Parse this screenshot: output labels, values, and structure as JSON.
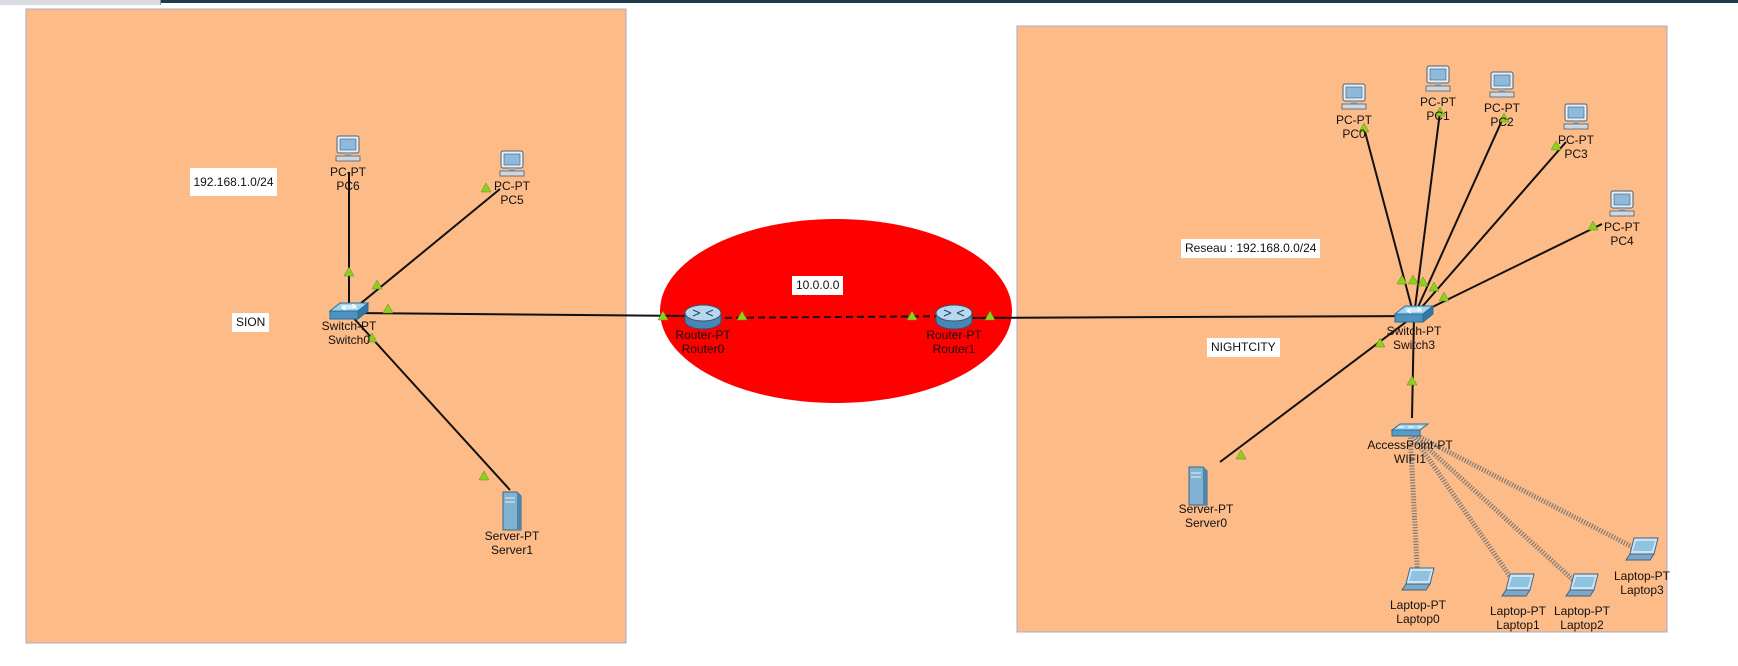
{
  "colors": {
    "area_fill": "#fdbb87",
    "area_border": "#a9a9c9",
    "ellipse_fill": "#ff0000",
    "link": "#111111",
    "port_up": "#8fcf1f",
    "wireless": "#7a7a7a"
  },
  "notes": {
    "sion_network": "192.168.1.0/24",
    "sion_label": "SION",
    "wan_network": "10.0.0.0",
    "nightcity_network": "Reseau : 192.168.0.0/24",
    "nightcity_label": "NIGHTCITY"
  },
  "devices": [
    {
      "id": "pc6",
      "type": "pc",
      "model": "PC-PT",
      "name": "PC6"
    },
    {
      "id": "pc5",
      "type": "pc",
      "model": "PC-PT",
      "name": "PC5"
    },
    {
      "id": "switch0",
      "type": "switch",
      "model": "Switch-PT",
      "name": "Switch0"
    },
    {
      "id": "server1",
      "type": "server",
      "model": "Server-PT",
      "name": "Server1"
    },
    {
      "id": "router0",
      "type": "router",
      "model": "Router-PT",
      "name": "Router0"
    },
    {
      "id": "router1",
      "type": "router",
      "model": "Router-PT",
      "name": "Router1"
    },
    {
      "id": "switch3",
      "type": "switch",
      "model": "Switch-PT",
      "name": "Switch3"
    },
    {
      "id": "pc0",
      "type": "pc",
      "model": "PC-PT",
      "name": "PC0"
    },
    {
      "id": "pc1",
      "type": "pc",
      "model": "PC-PT",
      "name": "PC1"
    },
    {
      "id": "pc2",
      "type": "pc",
      "model": "PC-PT",
      "name": "PC2"
    },
    {
      "id": "pc3",
      "type": "pc",
      "model": "PC-PT",
      "name": "PC3"
    },
    {
      "id": "pc4",
      "type": "pc",
      "model": "PC-PT",
      "name": "PC4"
    },
    {
      "id": "server0",
      "type": "server",
      "model": "Server-PT",
      "name": "Server0"
    },
    {
      "id": "wifi1",
      "type": "ap",
      "model": "AccessPoint-PT",
      "name": "WIFI1"
    },
    {
      "id": "laptop0",
      "type": "laptop",
      "model": "Laptop-PT",
      "name": "Laptop0"
    },
    {
      "id": "laptop1",
      "type": "laptop",
      "model": "Laptop-PT",
      "name": "Laptop1"
    },
    {
      "id": "laptop2",
      "type": "laptop",
      "model": "Laptop-PT",
      "name": "Laptop2"
    },
    {
      "id": "laptop3",
      "type": "laptop",
      "model": "Laptop-PT",
      "name": "Laptop3"
    }
  ],
  "links": [
    {
      "from": "switch0",
      "to": "pc6",
      "kind": "ethernet"
    },
    {
      "from": "switch0",
      "to": "pc5",
      "kind": "ethernet"
    },
    {
      "from": "switch0",
      "to": "server1",
      "kind": "ethernet"
    },
    {
      "from": "switch0",
      "to": "router0",
      "kind": "ethernet"
    },
    {
      "from": "router0",
      "to": "router1",
      "kind": "serial"
    },
    {
      "from": "router1",
      "to": "switch3",
      "kind": "ethernet"
    },
    {
      "from": "switch3",
      "to": "pc0",
      "kind": "ethernet"
    },
    {
      "from": "switch3",
      "to": "pc1",
      "kind": "ethernet"
    },
    {
      "from": "switch3",
      "to": "pc2",
      "kind": "ethernet"
    },
    {
      "from": "switch3",
      "to": "pc3",
      "kind": "ethernet"
    },
    {
      "from": "switch3",
      "to": "pc4",
      "kind": "ethernet"
    },
    {
      "from": "switch3",
      "to": "server0",
      "kind": "ethernet"
    },
    {
      "from": "switch3",
      "to": "wifi1",
      "kind": "ethernet"
    },
    {
      "from": "wifi1",
      "to": "laptop0",
      "kind": "wireless"
    },
    {
      "from": "wifi1",
      "to": "laptop1",
      "kind": "wireless"
    },
    {
      "from": "wifi1",
      "to": "laptop2",
      "kind": "wireless"
    },
    {
      "from": "wifi1",
      "to": "laptop3",
      "kind": "wireless"
    }
  ]
}
